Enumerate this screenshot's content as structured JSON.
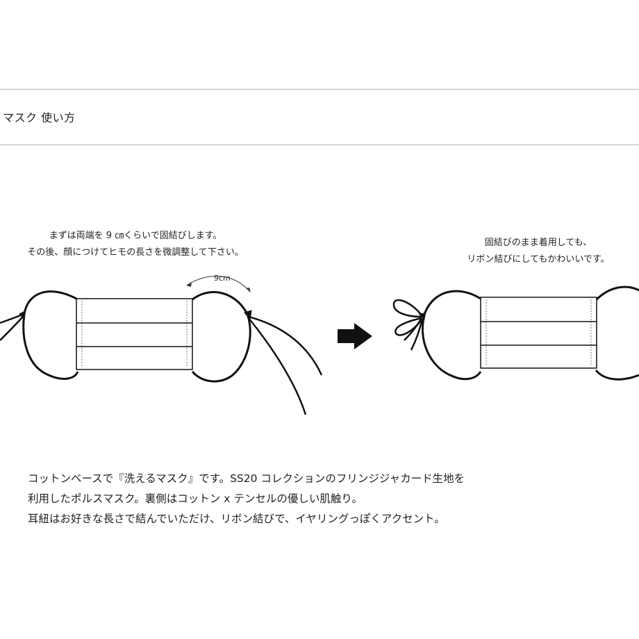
{
  "section": {
    "title": "マスク 使い方"
  },
  "left_caption": {
    "line1": "まずは両端を 9 ㎝くらいで固結びします。",
    "line2": "その後、顔につけてヒモの長さを微調整して下さい。"
  },
  "right_caption": {
    "line1": "固結びのまま着用しても、",
    "line2": "リボン結びにしてもかわいいです。"
  },
  "diagram": {
    "measure_label": "9cm",
    "arrow_icon": "right-arrow-icon"
  },
  "description": {
    "line1": "コットンベースで『洗えるマスク』です。SS20 コレクションのフリンジジャカード生地を",
    "line2": "利用したポルスマスク。裏側はコットン x テンセルの優しい肌触り。",
    "line3": "耳紐はお好きな長さで結んでいただけ、リボン結びで、イヤリングっぽくアクセント。"
  }
}
